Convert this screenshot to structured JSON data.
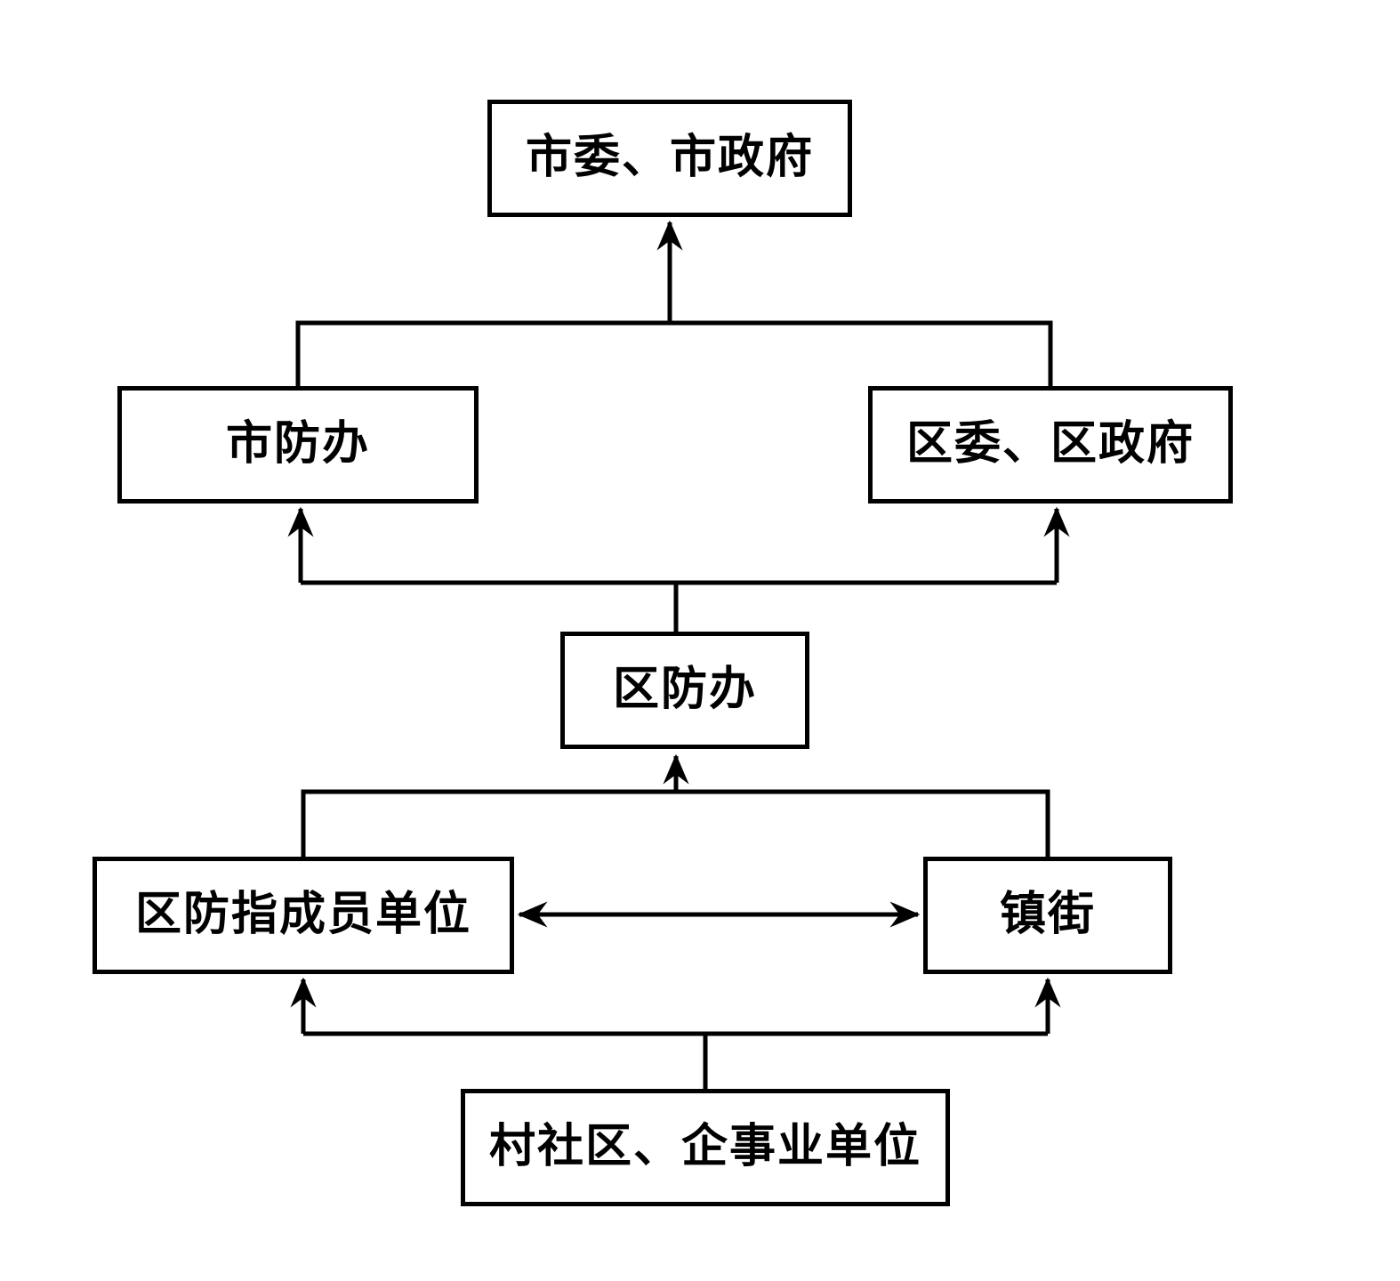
{
  "diagram": {
    "colors": {
      "background": "#ffffff",
      "box_fill": "#ffffff",
      "box_border": "#000000",
      "line": "#000000",
      "text": "#000000"
    },
    "nodes": {
      "city_government": {
        "label": "市委、市政府"
      },
      "city_flood_office": {
        "label": "市防办"
      },
      "district_government": {
        "label": "区委、区政府"
      },
      "district_flood_office": {
        "label": "区防办"
      },
      "district_hq_members": {
        "label": "区防指成员单位"
      },
      "towns_streets": {
        "label": "镇街"
      },
      "villages": {
        "label": "村社区、企事业单位"
      }
    },
    "edges": [
      {
        "from": "city_flood_office",
        "to": "city_government",
        "type": "arrow-up"
      },
      {
        "from": "district_government",
        "to": "city_government",
        "type": "arrow-up"
      },
      {
        "from": "district_flood_office",
        "to": "city_flood_office",
        "type": "arrow-up"
      },
      {
        "from": "district_flood_office",
        "to": "district_government",
        "type": "arrow-up"
      },
      {
        "from": "district_hq_members",
        "to": "district_flood_office",
        "type": "arrow-up"
      },
      {
        "from": "towns_streets",
        "to": "district_flood_office",
        "type": "arrow-up"
      },
      {
        "from": "district_hq_members",
        "to": "towns_streets",
        "type": "arrow-both"
      },
      {
        "from": "villages",
        "to": "district_hq_members",
        "type": "arrow-up"
      },
      {
        "from": "villages",
        "to": "towns_streets",
        "type": "arrow-up"
      }
    ]
  }
}
